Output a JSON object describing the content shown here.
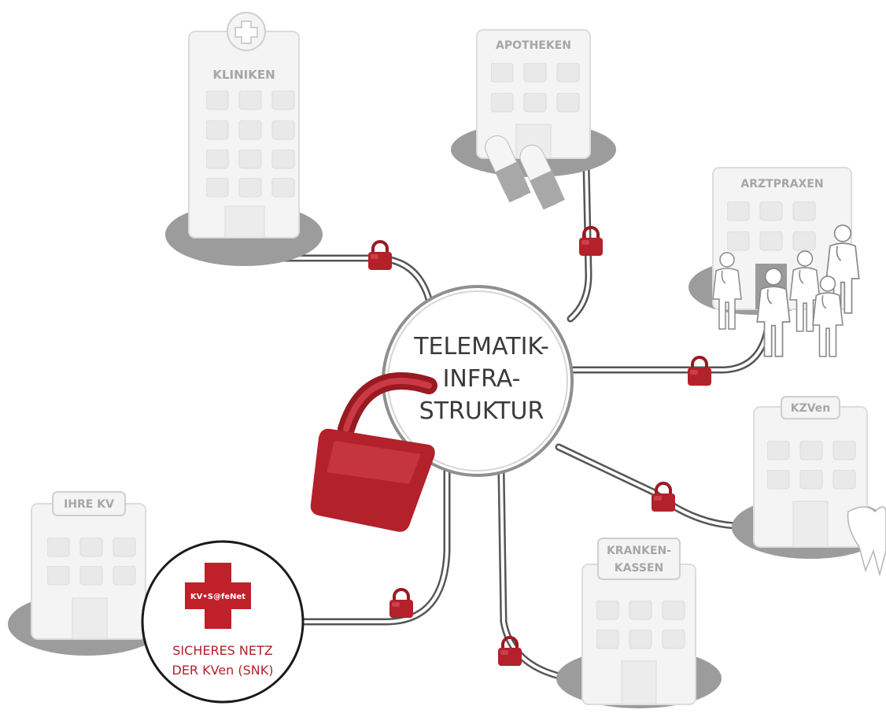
{
  "center": {
    "line1": "TELEMATIK-",
    "line2": "INFRA-",
    "line3": "STRUKTUR"
  },
  "nodes": {
    "kliniken": "KLINIKEN",
    "apotheken": "APOTHEKEN",
    "arztpraxen": "ARZTPRAXEN",
    "kzven": "KZVen",
    "krankenkassen_line1": "KRANKEN-",
    "krankenkassen_line2": "KASSEN",
    "ihre_kv": "IHRE KV"
  },
  "snk": {
    "brand": "KV•S@feNet",
    "line1": "SICHERES NETZ",
    "line2": "DER KVen (SNK)"
  },
  "colors": {
    "lock_red": "#b3212b",
    "building_fill": "#f4f4f4",
    "building_stroke": "#dcdcdc",
    "shadow": "#9c9c9c",
    "label_gray": "#a6a6a6",
    "cable": "#555555"
  },
  "icons": {
    "lock": "padlock-icon",
    "cross": "medical-cross-icon",
    "pills": "pill-capsule-icon",
    "doctors": "doctor-figure-icon",
    "tooth": "tooth-icon"
  }
}
